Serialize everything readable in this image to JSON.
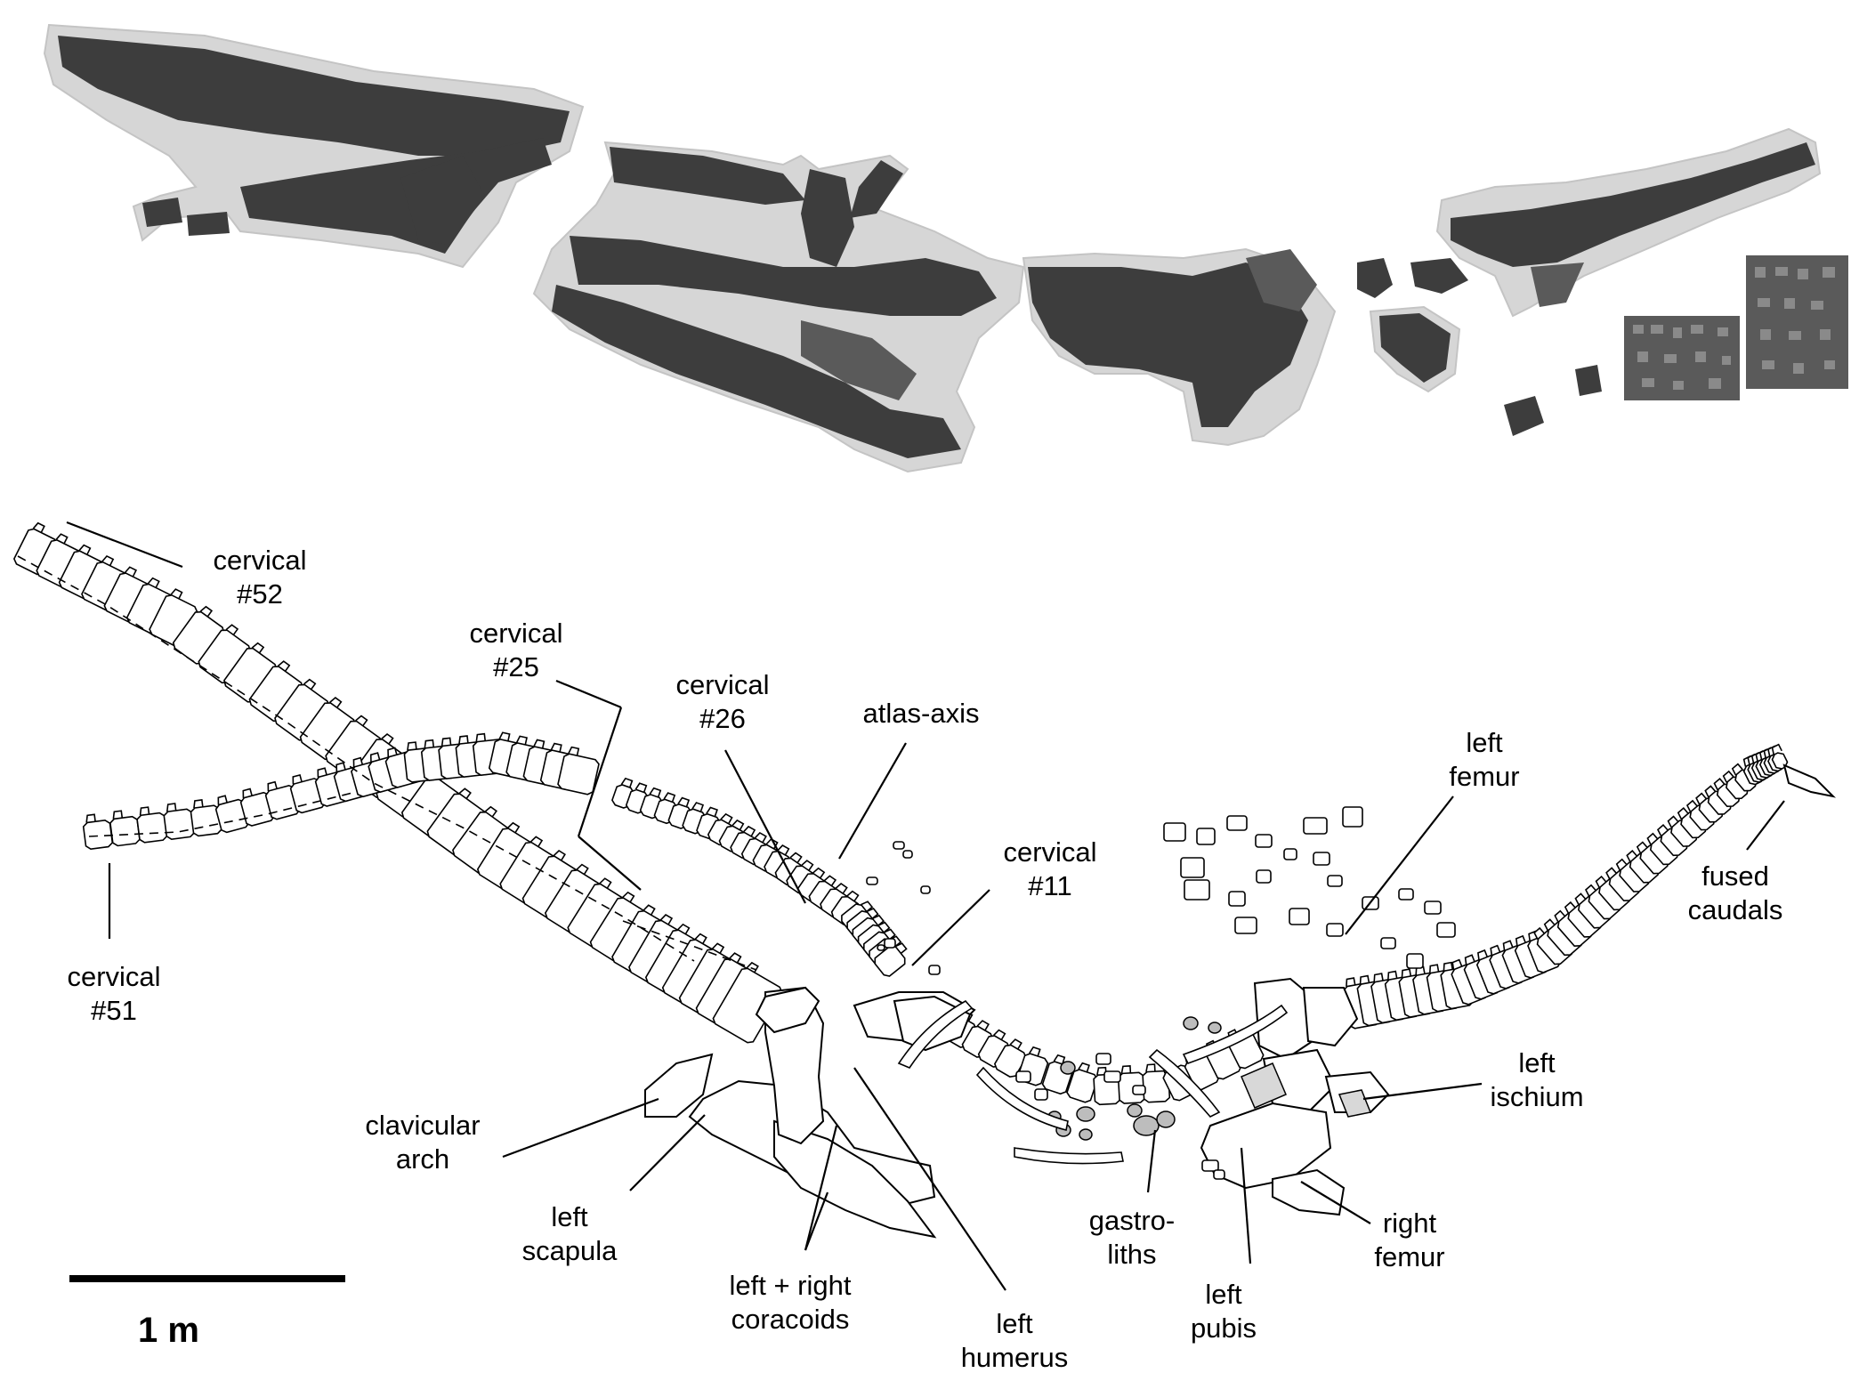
{
  "labels": {
    "cervical_52": [
      "cervical",
      "#52"
    ],
    "cervical_25": [
      "cervical",
      "#25"
    ],
    "cervical_26": [
      "cervical",
      "#26"
    ],
    "atlas_axis": [
      "atlas-axis"
    ],
    "cervical_11": [
      "cervical",
      "#11"
    ],
    "left_femur": [
      "left",
      "femur"
    ],
    "fused_caudals": [
      "fused",
      "caudals"
    ],
    "cervical_51": [
      "cervical",
      "#51"
    ],
    "clavicular_arch": [
      "clavicular",
      "arch"
    ],
    "left_scapula": [
      "left",
      "scapula"
    ],
    "left_right_coracoids": [
      "left + right",
      "coracoids"
    ],
    "left_humerus": [
      "left",
      "humerus"
    ],
    "gastroliths": [
      "gastro-",
      "liths"
    ],
    "left_pubis": [
      "left",
      "pubis"
    ],
    "right_femur": [
      "right",
      "femur"
    ],
    "left_ischium": [
      "left",
      "ischium"
    ]
  },
  "scale_bar": {
    "label": "1 m"
  },
  "colors": {
    "fossil": "#3d3d3d",
    "slab": "#d6d6d6",
    "line": "#000000"
  }
}
